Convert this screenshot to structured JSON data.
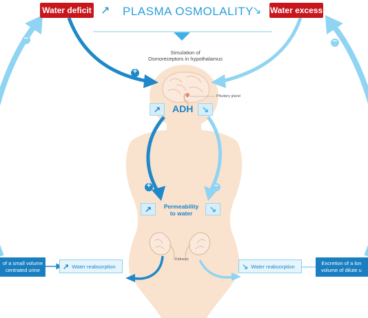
{
  "header": {
    "water_deficit": "Water deficit",
    "title": "PLASMA OSMOLALITY",
    "water_excess": "Water excess"
  },
  "brain": {
    "simulation_line1": "Simulation of",
    "simulation_line2": "Osmoreceptors in hypothalamus",
    "pituitary_label": "Pituitary gland"
  },
  "adh": {
    "label": "ADH"
  },
  "permeability": {
    "line1": "Permeability",
    "line2": "to water"
  },
  "kidneys": {
    "label": "Kidneys"
  },
  "left": {
    "reabsorption": "Water reabsorption",
    "output_line1": "of a small volume",
    "output_line2": "centrated urine"
  },
  "right": {
    "reabsorption": "Water reabsorption",
    "output_line1": "Excretion of a lon",
    "output_line2": "volume of dilute u"
  },
  "signs": {
    "plus": "+",
    "minus": "−"
  },
  "colors": {
    "red": "#c8161d",
    "dark_blue": "#1e88c9",
    "light_blue": "#8fd4f2",
    "body": "#f9e3cf"
  }
}
